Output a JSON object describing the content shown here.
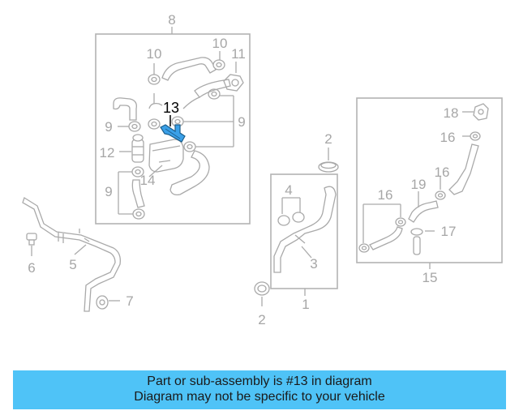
{
  "diagram": {
    "highlight_color": "#3aa0e8",
    "callouts": {
      "c8": "8",
      "c10a": "10",
      "c10b": "10",
      "c11": "11",
      "c9a": "9",
      "c9b": "9",
      "c9c": "9",
      "c12": "12",
      "c13": "13",
      "c14": "14",
      "c2a": "2",
      "c2b": "2",
      "c4": "4",
      "c3": "3",
      "c1": "1",
      "c6": "6",
      "c5": "5",
      "c7": "7",
      "c18": "18",
      "c16a": "16",
      "c16b": "16",
      "c16c": "16",
      "c19": "19",
      "c17": "17",
      "c15": "15"
    }
  },
  "banner": {
    "line1": "Part or sub-assembly is #13 in diagram",
    "line2": "Diagram may not be specific to your vehicle",
    "color": "#4fc3f7"
  }
}
